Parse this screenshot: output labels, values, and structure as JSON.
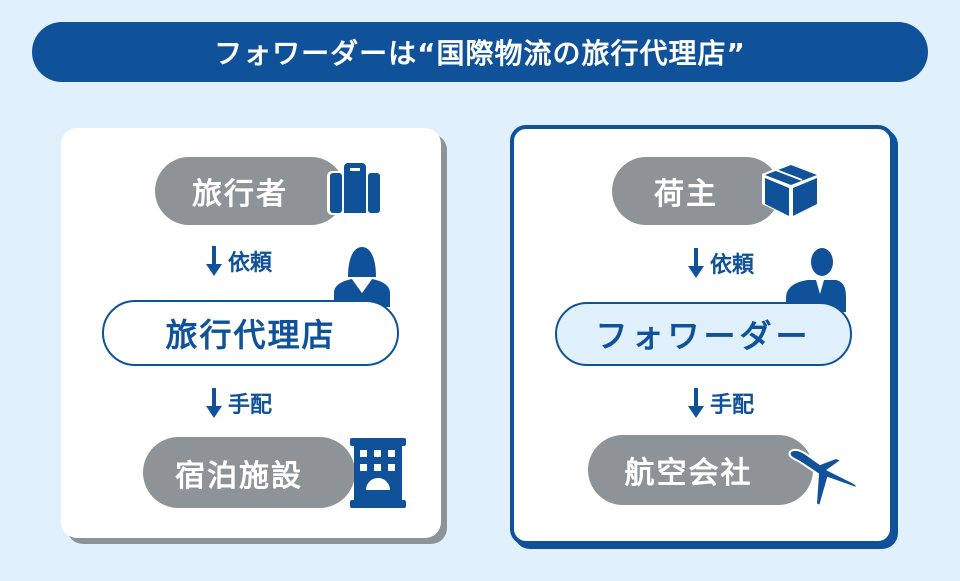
{
  "title": "フォワーダーは“国際物流の旅行代理店”",
  "left": {
    "top": "旅行者",
    "request": "依頼",
    "middle": "旅行代理店",
    "arrange": "手配",
    "bottom": "宿泊施設"
  },
  "right": {
    "top": "荷主",
    "request": "依頼",
    "middle": "フォワーダー",
    "arrange": "手配",
    "bottom": "航空会社"
  },
  "colors": {
    "blue": "#0f5299",
    "gray": "#8e9398",
    "background": "#e1f0fd"
  },
  "icons": [
    "suitcase-icon",
    "female-agent-icon",
    "hotel-building-icon",
    "box-icon",
    "male-agent-icon",
    "airplane-icon",
    "arrow-down-icon"
  ]
}
